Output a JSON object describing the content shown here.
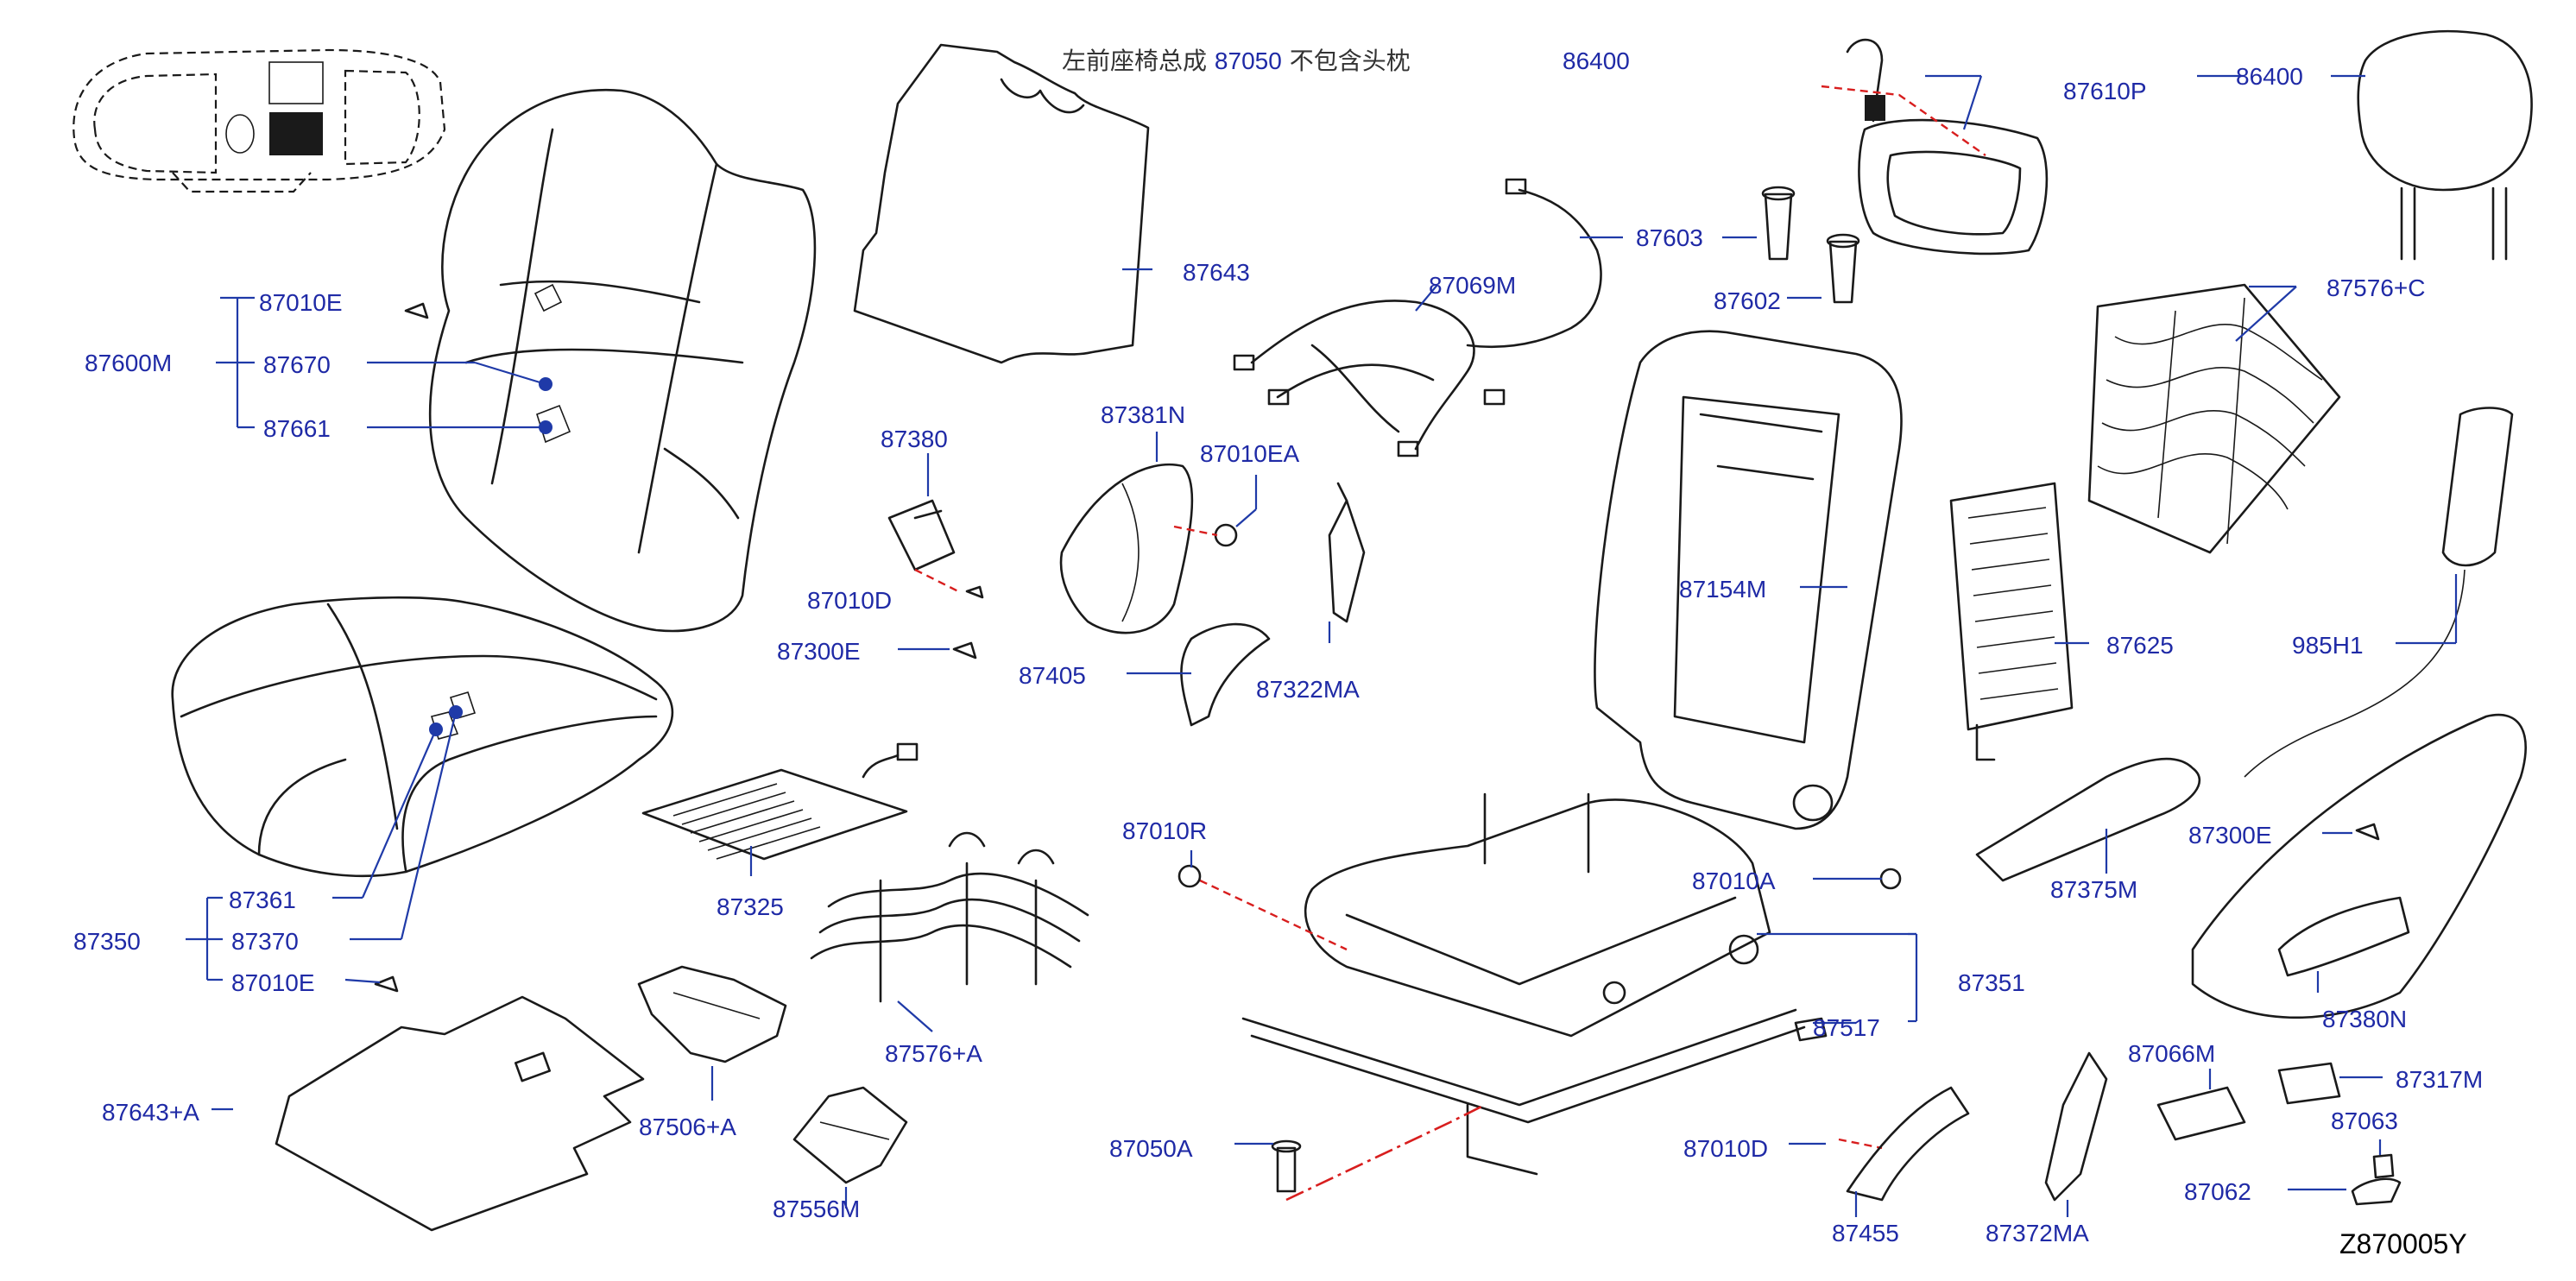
{
  "title": {
    "prefix": "左前座椅总成",
    "code": "87050",
    "suffix": "不包含头枕"
  },
  "reference_code": "Z870005Y",
  "part_labels": {
    "p86400_top": "86400",
    "p86400_right": "86400",
    "p87610P": "87610P",
    "p87603": "87603",
    "p87602": "87602",
    "p87069M": "87069M",
    "p87643": "87643",
    "p87576C": "87576+C",
    "p87010E_top": "87010E",
    "p87600M": "87600M",
    "p87670": "87670",
    "p87661": "87661",
    "p87380": "87380",
    "p87381N": "87381N",
    "p87010EA": "87010EA",
    "p87010D_left": "87010D",
    "p87300E_left": "87300E",
    "p87405": "87405",
    "p87322MA": "87322MA",
    "p87154M": "87154M",
    "p87625": "87625",
    "p985H1": "985H1",
    "p87300E_right": "87300E",
    "p87325": "87325",
    "p87010R": "87010R",
    "p87010A": "87010A",
    "p87375M": "87375M",
    "p87361": "87361",
    "p87350": "87350",
    "p87370": "87370",
    "p87010E_bottom": "87010E",
    "p87351": "87351",
    "p87380N": "87380N",
    "p87517": "87517",
    "p87576A": "87576+A",
    "p87066M": "87066M",
    "p87317M": "87317M",
    "p87643A": "87643+A",
    "p87506A": "87506+A",
    "p87050A": "87050A",
    "p87010D_right": "87010D",
    "p87063": "87063",
    "p87062": "87062",
    "p87455": "87455",
    "p87372MA": "87372MA",
    "p87556M": "87556M"
  }
}
